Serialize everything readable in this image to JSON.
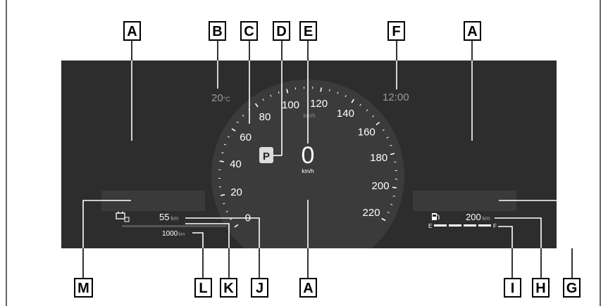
{
  "callouts": {
    "A": "A",
    "B": "B",
    "C": "C",
    "D": "D",
    "E": "E",
    "F": "F",
    "G": "G",
    "H": "H",
    "I": "I",
    "J": "J",
    "K": "K",
    "L": "L",
    "M": "M"
  },
  "display": {
    "temperature": "20",
    "temperature_unit": "°C",
    "clock": "12:00",
    "speed": "0",
    "speed_unit": "km/h",
    "dial_unit": "km/h",
    "gear": "P",
    "battery_range": "55",
    "battery_range_unit": "km",
    "total_range": "1000",
    "total_range_unit": "km",
    "fuel_range": "200",
    "fuel_range_unit": "km",
    "fuel_empty": "E",
    "fuel_full": "F"
  },
  "speed_scale": [
    "0",
    "20",
    "40",
    "60",
    "80",
    "100",
    "120",
    "140",
    "160",
    "180",
    "200",
    "220"
  ],
  "icons": {
    "battery": "battery-icon",
    "fuel_pump": "fuel-pump-icon"
  },
  "colors": {
    "panel": "#2d2d2d",
    "dial": "#3b3b3b",
    "text": "#ffffff",
    "muted": "#9a9a9a"
  }
}
